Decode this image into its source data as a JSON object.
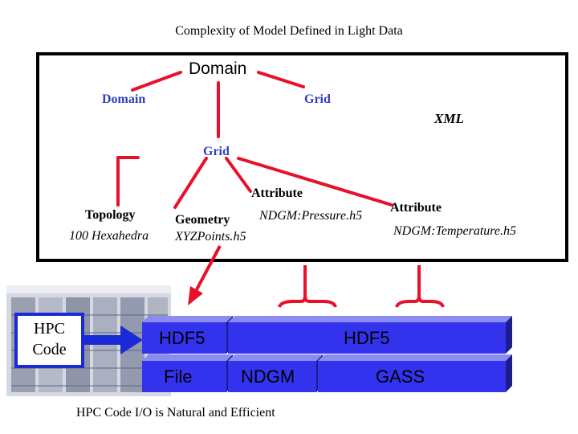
{
  "title": "Complexity of Model Defined in Light Data",
  "xml_tree": {
    "root": "Domain",
    "child_domain": "Domain",
    "child_grid": "Grid",
    "xml_label": "XML",
    "grid": "Grid",
    "topology": {
      "label": "Topology",
      "value": "100 Hexahedra"
    },
    "geometry": {
      "label": "Geometry",
      "value": "XYZPoints.h5"
    },
    "attribute_1": {
      "label": "Attribute",
      "value": "NDGM:Pressure.h5"
    },
    "attribute_2": {
      "label": "Attribute",
      "value": "NDGM:Temperature.h5"
    }
  },
  "hpc_code": "HPC\nCode",
  "layers": {
    "upper_left": "HDF5",
    "upper_right": "HDF5",
    "lower_left": "File",
    "lower_middle": "NDGM",
    "lower_right": "GASS"
  },
  "footer": "HPC Code I/O is Natural and Efficient",
  "colors": {
    "line": "#e8102a",
    "layer_front": "#3333ee",
    "layer_top": "#8c8cf0",
    "layer_side": "#1c1c8a",
    "hpc_border": "#1a2ad6",
    "frame": "#000000"
  }
}
